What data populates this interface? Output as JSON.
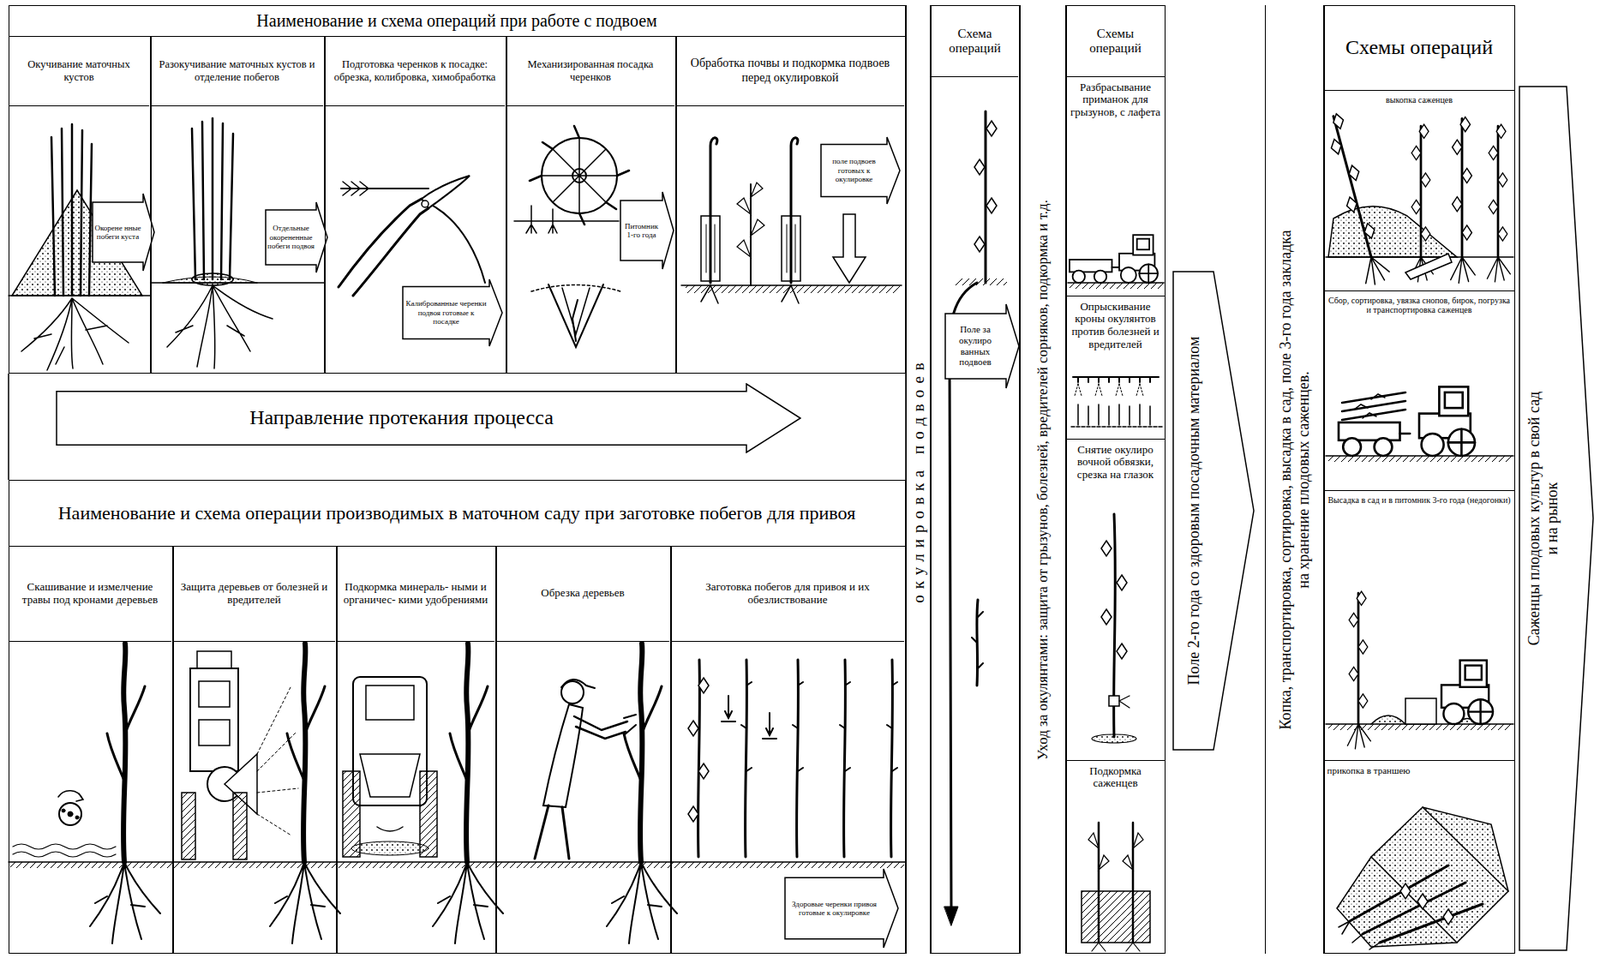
{
  "diagram": {
    "nodes": [
      {
        "text": [
          "Наименование и схема операций при работе с подвоем"
        ]
      },
      {
        "text": [
          "Окучивание маточных кустов"
        ],
        "in": 0
      },
      {
        "text": [
          "Окорене нные побеги куста"
        ],
        "in": 1
      },
      {
        "text": [
          "Разокучивание маточных кустов и отделение побегов"
        ],
        "in": 0
      },
      {
        "text": [
          "Отдельные окорененные побеги подвоя"
        ],
        "in": 3
      },
      {
        "text": [
          "Подготовка черенков к посадке: обрезка, колибровка, химобработка"
        ],
        "in": 0
      },
      {
        "text": [
          "Калиброванные черенки подвоя готовые к посадке"
        ],
        "in": 5
      },
      {
        "text": [
          "Механизированная посадка черенков"
        ],
        "in": 0
      },
      {
        "text": [
          "Питомник 1-го года"
        ],
        "in": 7
      },
      {
        "text": [
          "Обработка почвы и подкормка подвоев перед окулировкой"
        ],
        "in": 0
      },
      {
        "text": [
          "поле подвоев готовых к окулировке"
        ],
        "in": 9
      },
      {
        "text": [
          "Направление протекания процесса"
        ]
      },
      {
        "text": [
          "Наименование и схема операции производимых в маточном саду при заготовке побегов для привоя"
        ]
      },
      {
        "text": [
          "Скашивание и измелчение травы под кронами деревьев"
        ],
        "in": 12
      },
      {
        "text": [
          "Защита деревьев от болезней и вредителей"
        ],
        "in": 12
      },
      {
        "text": [
          "Подкормка минераль- ными и органичес- кими удобрениями"
        ],
        "in": 12
      },
      {
        "text": [
          "Обрезка деревьев"
        ],
        "in": 12
      },
      {
        "text": [
          "Заготовка побегов для привоя и их обезлиствование"
        ],
        "in": 12
      },
      {
        "text": [
          "Здоровые черенки привоя готовые к окулировке"
        ],
        "in": 17
      },
      {
        "text": [
          "окулировка подвоев"
        ]
      },
      {
        "text": [
          "Схема операций"
        ]
      },
      {
        "text": [
          "Поле за окулиро ванных подвоев"
        ],
        "in": 20
      },
      {
        "text": [
          "Уход за окулянтами: защита от грызунов, болезней, вредителей сорняков, подкормка и т.д."
        ]
      },
      {
        "text": [
          "Схемы операций"
        ]
      },
      {
        "text": [
          "Разбрасывание приманок для грызунов, с лафета"
        ],
        "in": 23
      },
      {
        "text": [
          "Опрыскивание кроны окулянтов против болезней и вредителей"
        ],
        "in": 23
      },
      {
        "text": [
          "Снятие окулиро вочной обвязки, срезка на глазок"
        ],
        "in": 23
      },
      {
        "text": [
          "Подкормка саженцев"
        ],
        "in": 23
      },
      {
        "text": [
          "Поле 2-го года со здоровым посадочным материалом"
        ]
      },
      {
        "text": [
          "Копка, транспортировка, сортировка, высадка в сад, поле 3-го года закладка на хранение плодовых саженцев."
        ]
      },
      {
        "text": [
          "Схемы операций"
        ]
      },
      {
        "text": [
          "выкопка саженцев"
        ],
        "in": 30
      },
      {
        "text": [
          "Сбор, сортировка, увязка снопов, бирок, погрузка и транспортировка саженцев"
        ],
        "in": 30
      },
      {
        "text": [
          "Высадка в сад и в питомник 3-го года (недогонки)"
        ],
        "in": 30
      },
      {
        "text": [
          "прикопка в траншею"
        ],
        "in": 30
      },
      {
        "text": [
          "Саженцы плодовых культур в свой сад и на рынок"
        ]
      }
    ]
  }
}
